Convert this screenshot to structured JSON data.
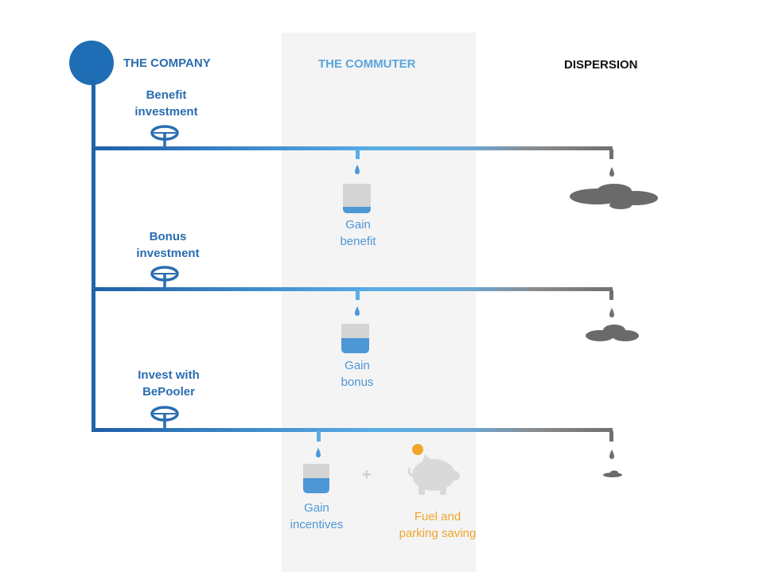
{
  "headers": {
    "company": "THE COMPANY",
    "commuter": "THE COMMUTER",
    "dispersion": "DISPERSION"
  },
  "rows": [
    {
      "investment_label": [
        "Benefit",
        "investment"
      ],
      "gain_label": [
        "Gain",
        "benefit"
      ],
      "cup_fill_level": 0.2,
      "puddle_size": "large"
    },
    {
      "investment_label": [
        "Bonus",
        "investment"
      ],
      "gain_label": [
        "Gain",
        "bonus"
      ],
      "cup_fill_level": 0.55,
      "puddle_size": "medium"
    },
    {
      "investment_label": [
        "Invest with",
        "BePooler"
      ],
      "gain_label": [
        "Gain",
        "incentives"
      ],
      "cup_fill_level": 0.55,
      "puddle_size": "small"
    }
  ],
  "extra": {
    "plus_sign": "+",
    "saving_label": [
      "Fuel and",
      "parking saving"
    ]
  },
  "colors": {
    "company_blue": "#1f6db5",
    "pipe_dark": "#1f5fa8",
    "pipe_light": "#5aaee6",
    "commuter_blue": "#4d97d6",
    "dispersion_gray": "#707070",
    "saving_orange": "#f0a52a",
    "panel_gray": "#f4f4f4"
  },
  "icons": [
    "valve-icon",
    "drop-icon",
    "cup-icon",
    "puddle-icon",
    "piggy-bank-icon",
    "coin-icon"
  ]
}
